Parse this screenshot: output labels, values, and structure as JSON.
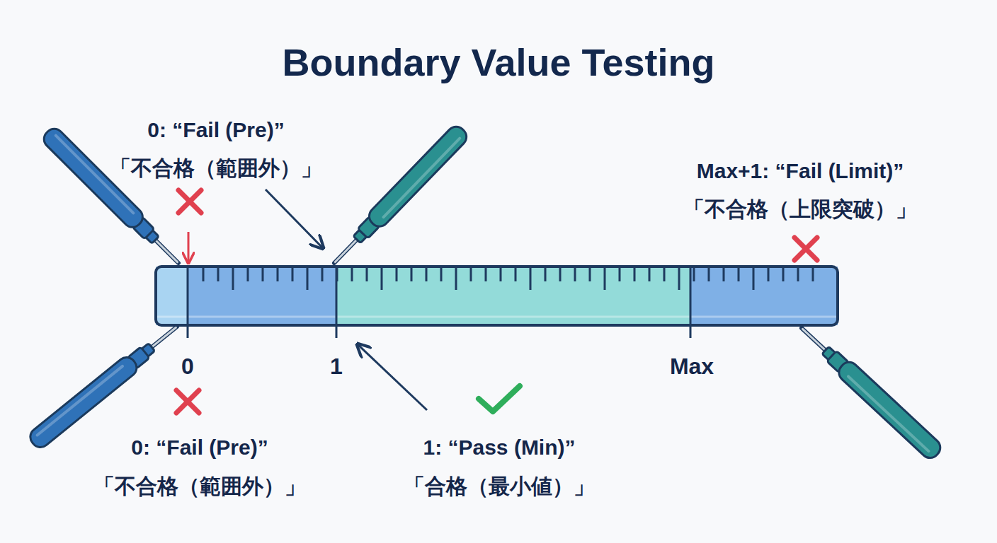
{
  "diagram": {
    "title": "Boundary Value Testing",
    "labels": [
      "0: “Fail (Pre)”",
      "「不合格（範囲外）」",
      "Max+1: “Fail (Limit)”",
      "「不合格（上限突破）」",
      "0",
      "1",
      "Max",
      "0: “Fail (Pre)”",
      "「不合格（範囲外）」",
      "1: “Pass (Min)”",
      "「合格（最小値）」"
    ]
  }
}
